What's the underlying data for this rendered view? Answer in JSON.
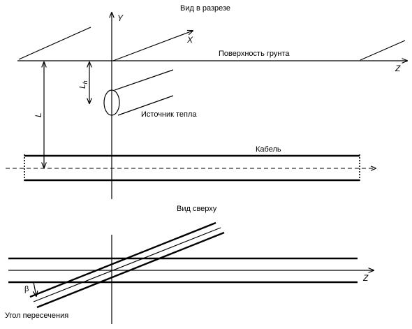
{
  "section_view": {
    "title": "Вид в разрезе",
    "surface_label": "Поверхность грунта",
    "heat_source_label": "Источник тепла",
    "cable_label": "Кабель",
    "axis_y": "Y",
    "axis_x": "X",
    "axis_z": "Z",
    "depth_label": "L",
    "source_depth_label": "L",
    "source_depth_sub": "h"
  },
  "top_view": {
    "title": "Вид сверху",
    "axis_z": "Z",
    "angle_symbol": "β",
    "angle_label": "Угол пересечения"
  }
}
